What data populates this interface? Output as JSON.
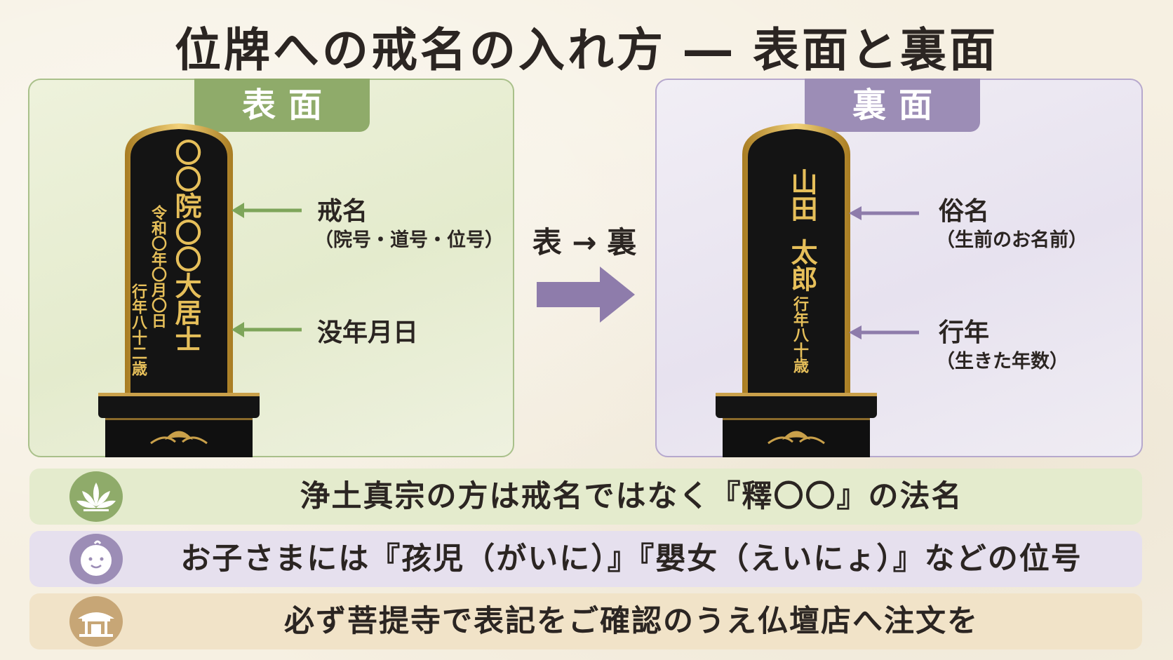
{
  "title": "位牌への戒名の入れ方 ― 表面と裏面",
  "front": {
    "tab": "表面",
    "tablet_main": "〇〇院〇〇大居士",
    "tablet_side_date": "令和〇年〇月〇日",
    "tablet_side_age": "行年八十二歳",
    "label1": "戒名",
    "label1_sub": "（院号・道号・位号）",
    "label2": "没年月日"
  },
  "middle": {
    "label": "表 → 裏"
  },
  "back": {
    "tab": "裏面",
    "tablet_name_family": "山田",
    "tablet_name_given": "太郎",
    "tablet_side_age": "行年八十歳",
    "label1": "俗名",
    "label1_sub": "（生前のお名前）",
    "label2": "行年",
    "label2_sub": "（生きた年数）"
  },
  "notes": [
    {
      "icon": "lotus-icon",
      "text": "浄土真宗の方は戒名ではなく『釋〇〇』の法名"
    },
    {
      "icon": "baby-icon",
      "text": "お子さまには『孩児（がいに）』『嬰女（えいにょ）』などの位号"
    },
    {
      "icon": "temple-icon",
      "text": "必ず菩提寺で表記をご確認のうえ仏壇店へ注文を"
    }
  ],
  "colors": {
    "front_accent": "#8fab6a",
    "back_accent": "#9c8db6",
    "temple_accent": "#c7a676",
    "gold": "#e6bf5a",
    "tablet_black": "#121212"
  }
}
